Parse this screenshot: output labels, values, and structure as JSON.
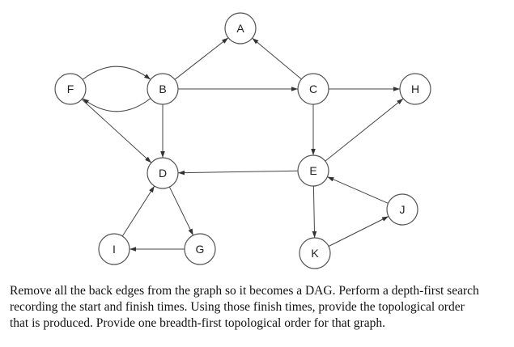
{
  "diagram": {
    "nodes": [
      {
        "id": "A",
        "label": "A"
      },
      {
        "id": "B",
        "label": "B"
      },
      {
        "id": "C",
        "label": "C"
      },
      {
        "id": "D",
        "label": "D"
      },
      {
        "id": "E",
        "label": "E"
      },
      {
        "id": "F",
        "label": "F"
      },
      {
        "id": "G",
        "label": "G"
      },
      {
        "id": "H",
        "label": "H"
      },
      {
        "id": "I",
        "label": "I"
      },
      {
        "id": "J",
        "label": "J"
      },
      {
        "id": "K",
        "label": "K"
      }
    ],
    "edges": [
      {
        "from": "B",
        "to": "A"
      },
      {
        "from": "C",
        "to": "A"
      },
      {
        "from": "F",
        "to": "B"
      },
      {
        "from": "B",
        "to": "F"
      },
      {
        "from": "B",
        "to": "C"
      },
      {
        "from": "B",
        "to": "D"
      },
      {
        "from": "F",
        "to": "D"
      },
      {
        "from": "C",
        "to": "H"
      },
      {
        "from": "C",
        "to": "E"
      },
      {
        "from": "E",
        "to": "H"
      },
      {
        "from": "E",
        "to": "D"
      },
      {
        "from": "D",
        "to": "G"
      },
      {
        "from": "G",
        "to": "I"
      },
      {
        "from": "I",
        "to": "D"
      },
      {
        "from": "E",
        "to": "K"
      },
      {
        "from": "K",
        "to": "J"
      },
      {
        "from": "J",
        "to": "E"
      }
    ]
  },
  "caption": {
    "lines": [
      "Remove all the back edges from the graph so it becomes a DAG. Perform a depth-first search",
      "recording the start and finish times. Using those finish times, provide the topological order",
      "that is produced. Provide one breadth-first topological order for that graph."
    ]
  }
}
